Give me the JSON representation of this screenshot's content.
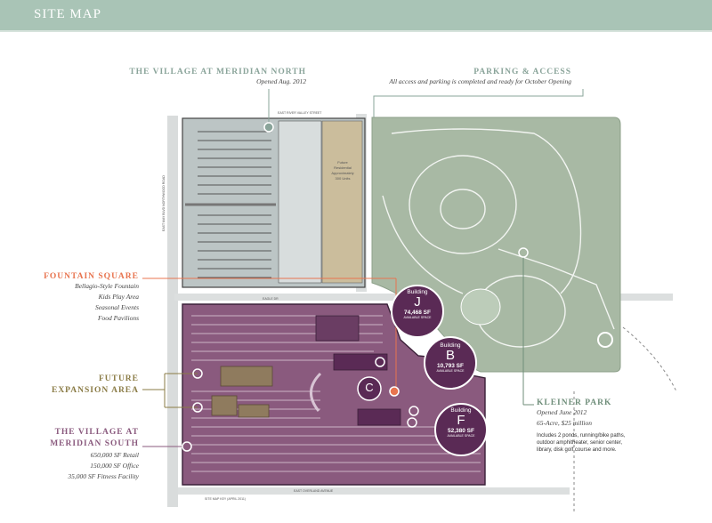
{
  "header": {
    "title": "SITE MAP"
  },
  "north": {
    "title": "THE VILLAGE AT MERIDIAN NORTH",
    "subtitle": "Opened Aug. 2012"
  },
  "parking": {
    "title": "PARKING & ACCESS",
    "subtitle": "All access and parking is completed and ready for October Opening"
  },
  "fountain": {
    "title": "FOUNTAIN SQUARE",
    "items": [
      "Bellagio-Style Fountain",
      "Kids Play Area",
      "Seasonal Events",
      "Food Pavilions"
    ]
  },
  "expansion": {
    "title_line1": "FUTURE",
    "title_line2": "EXPANSION AREA"
  },
  "south": {
    "title_line1": "THE VILLAGE AT",
    "title_line2": "MERIDIAN SOUTH",
    "items": [
      "650,000 SF Retail",
      "150,000 SF Office",
      "35,000 SF Fitness Facility"
    ]
  },
  "kleiner": {
    "title": "KLEINER PARK",
    "line1": "Opened June 2012",
    "line2": "65-Acre, $25 million",
    "details": [
      "Includes 2 ponds, running/bike paths,",
      "outdoor amphitheater, senior center,",
      "library, disk golf course and more."
    ]
  },
  "buildings": [
    {
      "label": "Building",
      "letter": "J",
      "sf": "74,468 SF",
      "note": "AVAILABLE SPACE"
    },
    {
      "label": "Building",
      "letter": "B",
      "sf": "10,793 SF",
      "note": "AVAILABLE SPACE"
    },
    {
      "label": "Building",
      "letter": "F",
      "sf": "52,380 SF",
      "note": "AVAILABLE SPACE"
    }
  ],
  "building_c": "C",
  "map_text": {
    "future_residential": [
      "Future",
      "Residential",
      "Approximately",
      "300 Units"
    ],
    "north_street": "EAST RIVER VALLEY STREET",
    "middle_street": "EAGLE DR",
    "south_street": "EAST OVERLAND AVENUE",
    "road": "EAST MAY BLVD NORTHWOOD ROAD",
    "sheet_note": "SITE MAP KEY (APRIL 2011)"
  },
  "colors": {
    "header": "#a9c4b6",
    "south_fill": "#8a5a7e",
    "building_dark": "#5a2a55",
    "park": "#a8b9a4",
    "north_fill": "#b9c2c2",
    "residential": "#cbbd9c",
    "accent_orange": "#e8744f",
    "accent_olive": "#8a7b45"
  }
}
